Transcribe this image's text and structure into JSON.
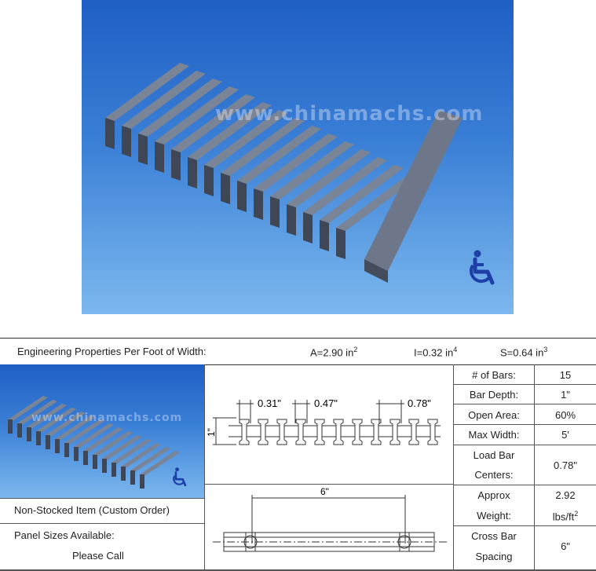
{
  "header": {
    "label": "Engineering Properties Per Foot of Width:",
    "area": "A=2.90 in",
    "area_exp": "2",
    "inertia": "I=0.32 in",
    "inertia_exp": "4",
    "section": "S=0.64 in",
    "section_exp": "3"
  },
  "watermark": "www.chinamachs.com",
  "left": {
    "stock": "Non-Stocked Item (Custom Order)",
    "panel": "Panel Sizes Available:",
    "call": "Please Call"
  },
  "drawing": {
    "dim_a": "0.31\"",
    "dim_b": "0.47\"",
    "dim_c": "0.78\"",
    "depth": "1\"",
    "spacing": "6\""
  },
  "props": [
    {
      "label": "# of Bars:",
      "value": "15"
    },
    {
      "label": "Bar Depth:",
      "value": "1\""
    },
    {
      "label": "Open Area:",
      "value": "60%"
    },
    {
      "label": "Max Width:",
      "value": "5'"
    },
    {
      "label1": "Load Bar",
      "label2": "Centers:",
      "value": "0.78\""
    },
    {
      "label1": "Approx",
      "label2": "Weight:",
      "value1": "2.92",
      "value2": "lbs/ft",
      "value2_exp": "2"
    },
    {
      "label1": "Cross Bar",
      "label2": "Spacing",
      "value": "6\""
    }
  ],
  "colors": {
    "sky_top": "#1f5fc4",
    "sky_bottom": "#7cb8ee",
    "bar": "#5b6578",
    "icon": "#1f3fa8"
  },
  "icons": [
    "wheelchair-icon"
  ]
}
